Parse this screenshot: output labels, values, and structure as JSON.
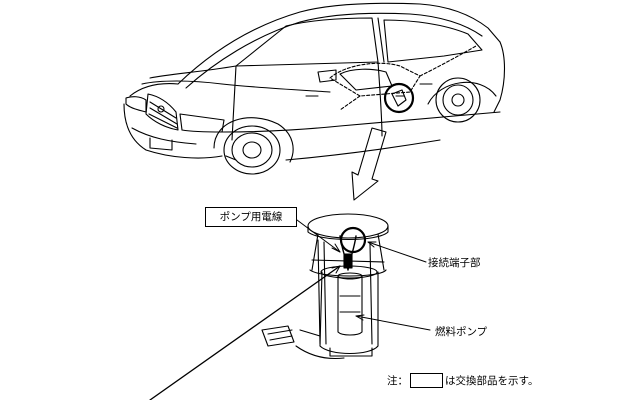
{
  "labels": {
    "pump_wire": "ポンプ用電線",
    "connector": "接続端子部",
    "fuel_pump": "燃料ポンプ"
  },
  "note": {
    "prefix": "注：",
    "suffix": "は交換部品を示す。"
  },
  "icons": {
    "car": "sedan-car-icon",
    "pump_assembly": "fuel-pump-assembly-icon"
  }
}
